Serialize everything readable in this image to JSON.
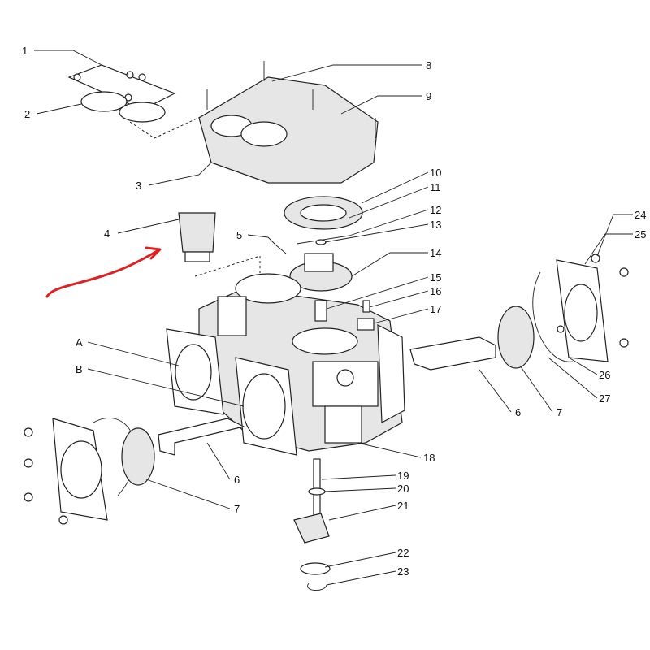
{
  "diagram": {
    "labels": {
      "l1": "1",
      "l2": "2",
      "l3": "3",
      "l4": "4",
      "l5": "5",
      "l8": "8",
      "l9": "9",
      "l10": "10",
      "l11": "11",
      "l12": "12",
      "l13": "13",
      "l14": "14",
      "l15": "15",
      "l16": "16",
      "l17": "17",
      "lA": "A",
      "lB": "B",
      "l6a": "6",
      "l7a": "7",
      "l18": "18",
      "l19": "19",
      "l20": "20",
      "l21": "21",
      "l22": "22",
      "l23": "23",
      "l24": "24",
      "l25": "25",
      "l26": "26",
      "l27": "27",
      "l6b": "6",
      "l7b": "7"
    },
    "annotation_color": "#e02020"
  }
}
